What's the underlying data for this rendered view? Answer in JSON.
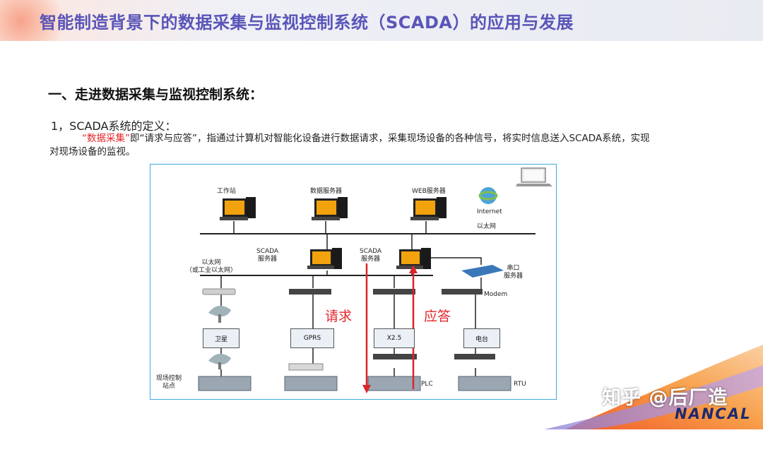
{
  "header": {
    "title": "智能制造背景下的数据采集与监视控制系统（SCADA）的应用与发展"
  },
  "content": {
    "section_title": "一、走进数据采集与监视控制系统：",
    "sub_title": "1，SCADA系统的定义：",
    "para_highlight": "“数据采集”",
    "para_rest": "即“请求与应答”，指通过计算机对智能化设备进行数据请求，采集现场设备的各种信号，将实时信息送入SCADA系统，实现对现场设备的监视。"
  },
  "diagram": {
    "workstation": "工作站",
    "data_server": "数据服务器",
    "web_server": "WEB服务器",
    "internet": "Internet",
    "ethernet": "以太网",
    "scada1": "SCADA\n服务器",
    "scada2": "SCADA\n服务器",
    "ethernet2": "以太网\n（或工业以太网）",
    "serial_server": "串口\n服务器",
    "modem": "Modem",
    "request": "请求",
    "response": "应答",
    "box_satellite": "卫星",
    "box_gprs": "GPRS",
    "box_x25": "X2.5",
    "box_radio": "电台",
    "site_label": "现场控制\n站点",
    "plc": "PLC",
    "rtu": "RTU"
  },
  "watermark": {
    "text": "知乎 @后厂造"
  },
  "brand": {
    "logo_text": "NANCAL"
  },
  "colors": {
    "title": "#5a55b8",
    "highlight": "#e5262b",
    "frame": "#3fa9e0",
    "arrow": "#d9262b"
  }
}
